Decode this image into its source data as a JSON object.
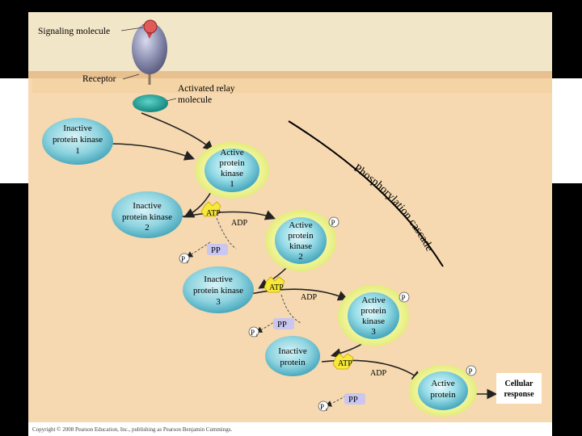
{
  "labels": {
    "signaling_molecule": "Signaling molecule",
    "receptor": "Receptor",
    "relay_line1": "Activated relay",
    "relay_line2": "molecule",
    "inactive_pk1": [
      "Inactive",
      "protein kinase",
      "1"
    ],
    "active_pk1": [
      "Active",
      "protein",
      "kinase",
      "1"
    ],
    "inactive_pk2": [
      "Inactive",
      "protein kinase",
      "2"
    ],
    "active_pk2": [
      "Active",
      "protein",
      "kinase",
      "2"
    ],
    "inactive_pk3": [
      "Inactive",
      "protein kinase",
      "3"
    ],
    "active_pk3": [
      "Active",
      "protein",
      "kinase",
      "3"
    ],
    "inactive_protein": [
      "Inactive",
      "protein"
    ],
    "active_protein": [
      "Active",
      "protein"
    ],
    "cellular_response": [
      "Cellular",
      "response"
    ],
    "atp": "ATP",
    "adp": "ADP",
    "pp": "PP",
    "p": "P",
    "pi": "i",
    "cascade": "Phosphorylation cascade",
    "copyright": "Copyright © 2008 Pearson Education, Inc., publishing as Pearson Benjamin Cummings."
  },
  "colors": {
    "cytoplasm": "#f6d9b0",
    "membrane": "#e8c08f",
    "inactive": "#8fd4e0",
    "active_glow": "#f2f7a0",
    "relay": "#1aa7a0",
    "receptor": "#8c8fb0",
    "atp": "#f7e83a",
    "pp_box": "#c9c6ef"
  }
}
